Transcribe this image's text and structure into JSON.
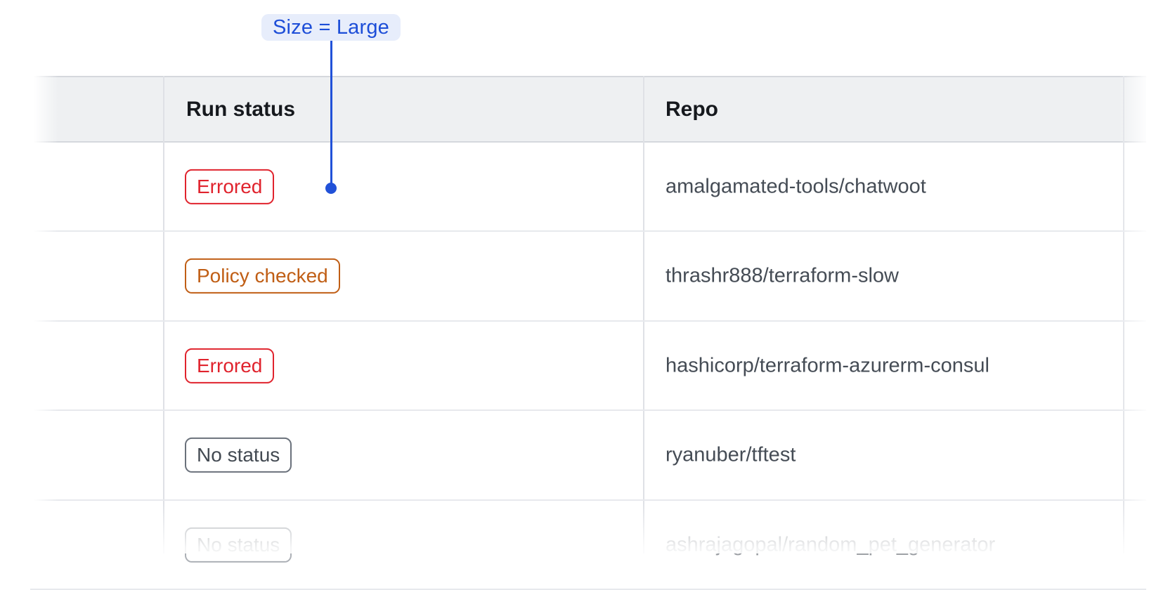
{
  "annotation": {
    "label": "Size = Large",
    "text_color": "#1d4ed8",
    "pill_bg": "#e7edfb",
    "line_color": "#2151d8"
  },
  "table": {
    "columns": [
      {
        "label": ""
      },
      {
        "label": "Run status"
      },
      {
        "label": "Repo"
      }
    ],
    "rows": [
      {
        "status": "Errored",
        "variant": "errored",
        "repo": "amalgamated-tools/chatwoot"
      },
      {
        "status": "Policy checked",
        "variant": "policy-checked",
        "repo": "thrashr888/terraform-slow"
      },
      {
        "status": "Errored",
        "variant": "errored",
        "repo": "hashicorp/terraform-azurerm-consul"
      },
      {
        "status": "No status",
        "variant": "no-status",
        "repo": "ryanuber/tftest"
      },
      {
        "status": "No status",
        "variant": "no-status",
        "repo": "ashrajagopal/random_pet_generator"
      }
    ],
    "status_colors": {
      "errored": "#e0232d",
      "policy-checked": "#c05e15",
      "no-status": "#434a52"
    },
    "no_status_border": "#6a717b",
    "header_bg": "#eef0f2"
  }
}
